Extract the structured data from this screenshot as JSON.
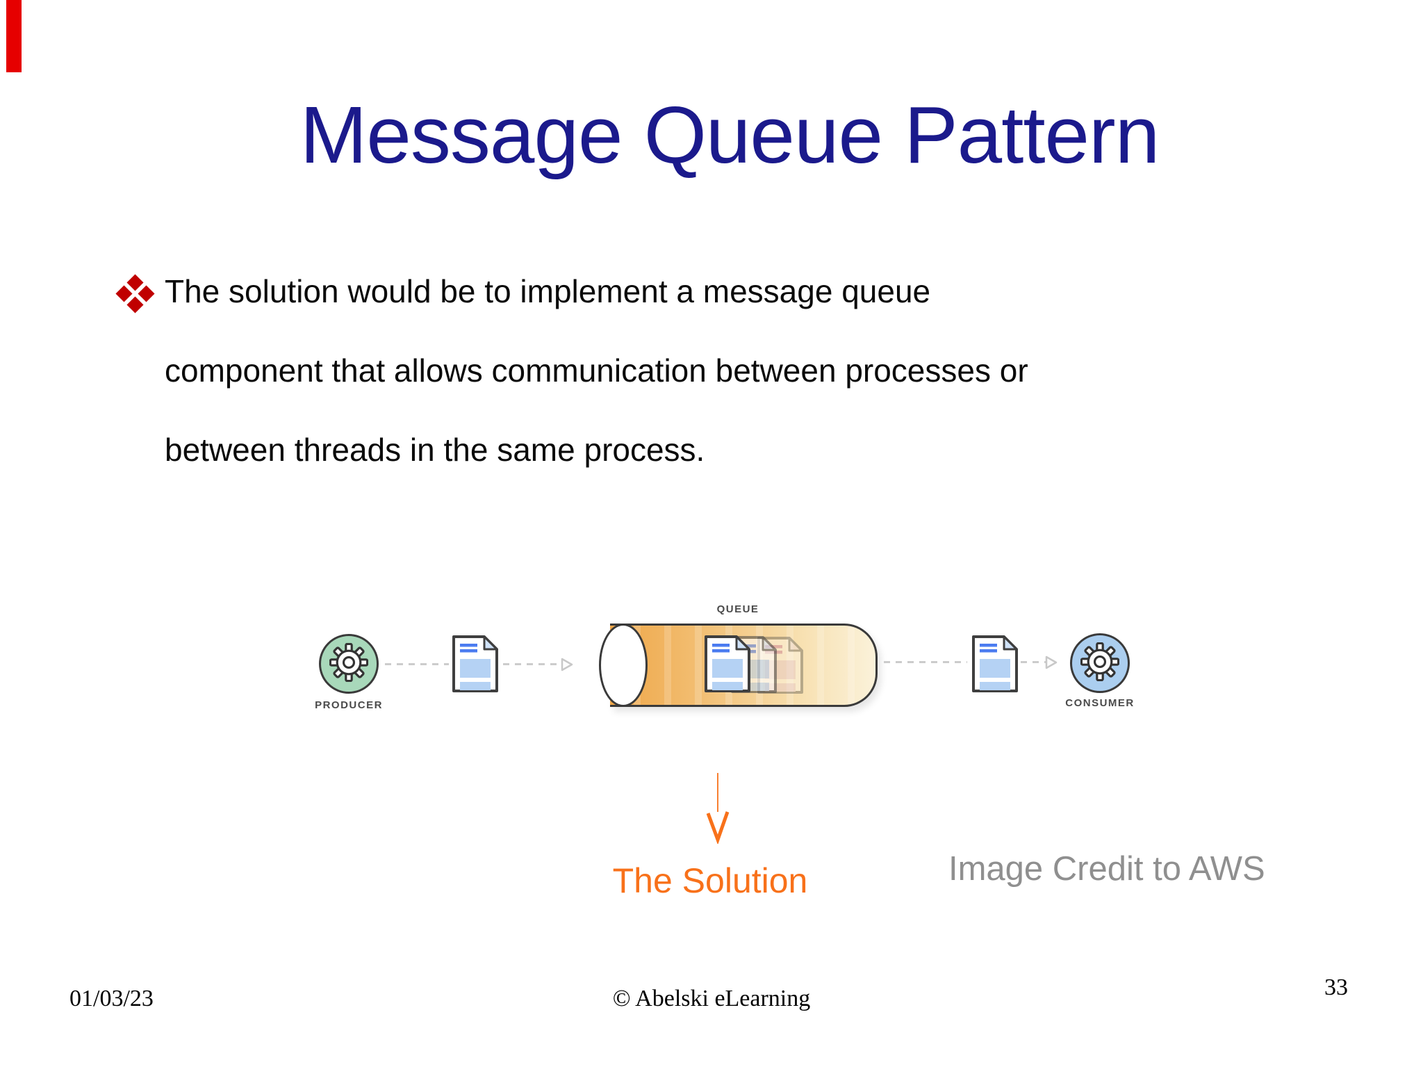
{
  "slide": {
    "title": "Message Queue Pattern",
    "bullet": {
      "marker": "red-diamond-cluster",
      "lines": [
        "The solution would be to implement a message queue",
        "component that allows communication between processes or",
        "between threads in the same process."
      ]
    },
    "diagram": {
      "queue_label": "QUEUE",
      "producer_label": "PRODUCER",
      "consumer_label": "CONSUMER"
    },
    "annotation": {
      "label": "The Solution"
    },
    "credit": {
      "label": "Image Credit to AWS"
    },
    "footer": {
      "date": "01/03/23",
      "copyright": "© Abelski eLearning",
      "page_number": "33"
    },
    "colors": {
      "title": "#1b1a8c",
      "bullet_marker": "#c00000",
      "body_text": "#0a0a0a",
      "accent_orange": "#f8711a",
      "credit_gray": "#8f8f8f",
      "label_gray": "#4a4a4a",
      "outline_dark": "#3a3a3a",
      "producer_fill": "#a8d8ba",
      "consumer_fill": "#abceef",
      "queue_gradient_start": "#efa647",
      "queue_gradient_end": "#fbf2da",
      "doc_accent_blue": "#4b7cf0",
      "doc_block_blue": "#b5d2f4",
      "connector_gray": "#cccccc",
      "edge_marker_red": "#e60000"
    }
  }
}
